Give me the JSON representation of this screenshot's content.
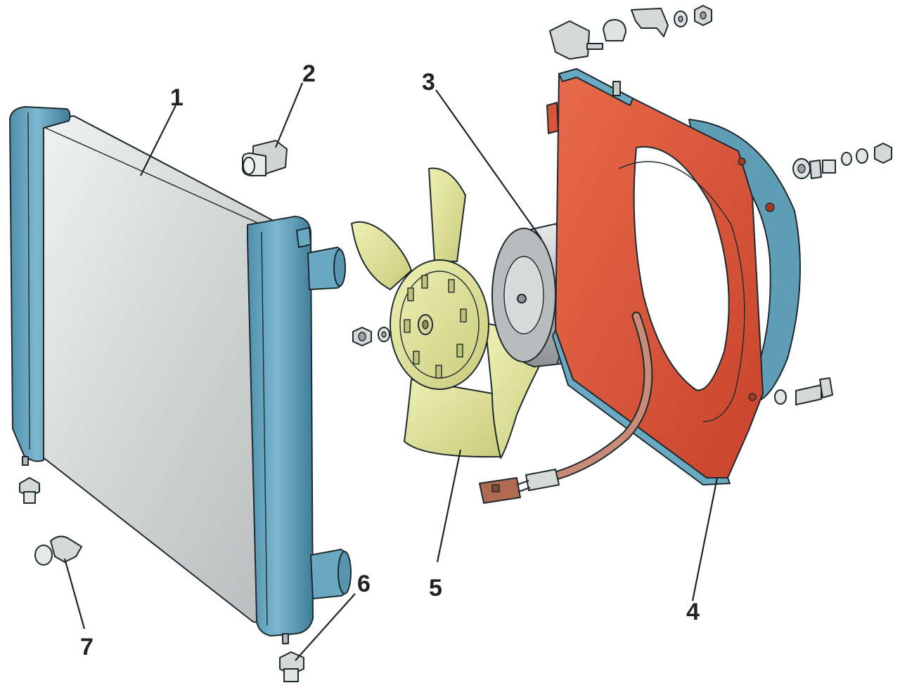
{
  "callouts": {
    "c1": "1",
    "c2": "2",
    "c3": "3",
    "c4": "4",
    "c5": "5",
    "c6": "6",
    "c7": "7"
  },
  "colors": {
    "radiator_tank": "#6aa9c2",
    "radiator_core": "#cfd2d2",
    "shroud": "#d9543a",
    "fan": "#e3e59e",
    "motor": "#c7c9c9",
    "wire": "#c98a78",
    "hardware": "#d6d8d8"
  },
  "icons": {
    "radiator": "radiator-icon",
    "fan": "fan-impeller-icon",
    "motor": "electric-motor-icon",
    "shroud": "fan-shroud-icon",
    "plug": "drain-plug-icon"
  }
}
